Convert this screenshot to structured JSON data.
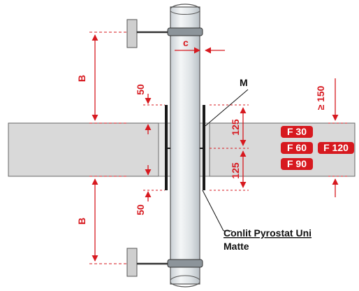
{
  "labels": {
    "b_top": "B",
    "b_bottom": "B",
    "c": "c",
    "m": "M",
    "d50_top": "50",
    "d50_bottom": "50",
    "d125_top": "125",
    "d125_bottom": "125",
    "d150": "≥ 150",
    "material_line1": "Conlit Pyrostat Uni",
    "material_line2": "Matte"
  },
  "ratings": [
    "F 30",
    "F 60",
    "F 120",
    "F 90"
  ],
  "colors": {
    "accent": "#d7191f",
    "wall": "#d9d9d9",
    "pipe": "#dfe3e6",
    "collar": "#1a1a1a",
    "ink": "#111111"
  }
}
